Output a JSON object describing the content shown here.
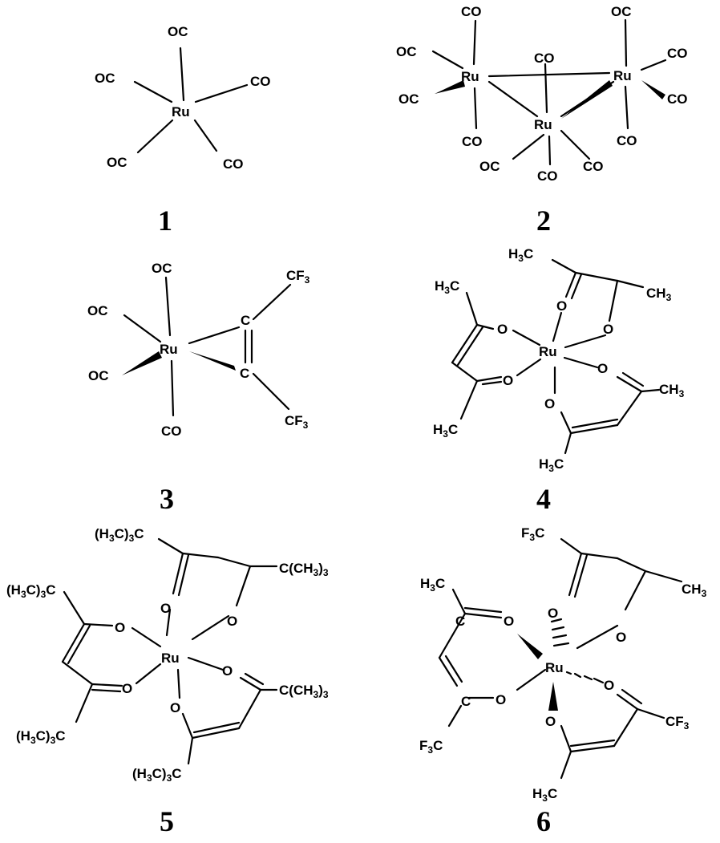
{
  "molecules": [
    {
      "label": "1"
    },
    {
      "label": "2"
    },
    {
      "label": "3"
    },
    {
      "label": "4"
    },
    {
      "label": "5"
    },
    {
      "label": "6"
    }
  ],
  "atoms": {
    "ru": "Ru",
    "co": "CO",
    "oc": "OC",
    "o": "O",
    "c": "C",
    "cf3": "CF3",
    "f3c": "F3C",
    "ch3": "CH3",
    "h3c": "H3C",
    "ctbu": "C(CH3)3",
    "tbuc": "(H3C)3C"
  }
}
